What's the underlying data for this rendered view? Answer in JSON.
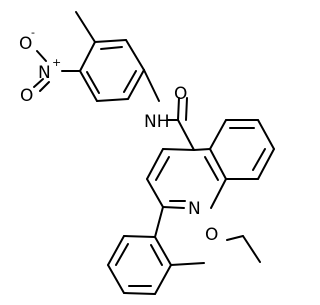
{
  "structure": {
    "atoms": {
      "nitro_oxygen_top": "O",
      "nitro_oxygen_top_charge": "-",
      "nitro_nitrogen": "N",
      "nitro_nitrogen_charge": "+",
      "nitro_oxygen_bottom": "O",
      "amide_nh": "NH",
      "carbonyl_oxygen": "O",
      "quinoline_nitrogen": "N",
      "ether_oxygen": "O"
    }
  },
  "colors": {
    "bond": "#000000",
    "text": "#000000",
    "background": "#ffffff"
  }
}
